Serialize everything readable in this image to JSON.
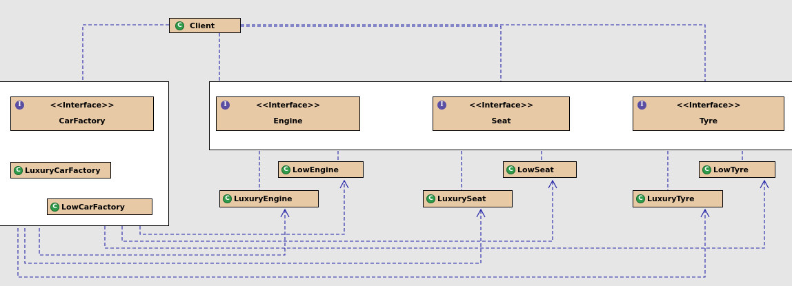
{
  "client": {
    "label": "Client",
    "badge": "C"
  },
  "interfaces": [
    {
      "id": "carfactory",
      "stereotype": "<<Interface>>",
      "name": "CarFactory",
      "badge": "I"
    },
    {
      "id": "engine",
      "stereotype": "<<Interface>>",
      "name": "Engine",
      "badge": "I"
    },
    {
      "id": "seat",
      "stereotype": "<<Interface>>",
      "name": "Seat",
      "badge": "I"
    },
    {
      "id": "tyre",
      "stereotype": "<<Interface>>",
      "name": "Tyre",
      "badge": "I"
    }
  ],
  "classes": [
    {
      "id": "luxurycarfactory",
      "label": "LuxuryCarFactory",
      "badge": "C"
    },
    {
      "id": "lowcarfactory",
      "label": "LowCarFactory",
      "badge": "C"
    },
    {
      "id": "lowengine",
      "label": "LowEngine",
      "badge": "C"
    },
    {
      "id": "luxuryengine",
      "label": "LuxuryEngine",
      "badge": "C"
    },
    {
      "id": "lowseat",
      "label": "LowSeat",
      "badge": "C"
    },
    {
      "id": "luxuryseat",
      "label": "LuxurySeat",
      "badge": "C"
    },
    {
      "id": "lowtyre",
      "label": "LowTyre",
      "badge": "C"
    },
    {
      "id": "luxurytyre",
      "label": "LuxuryTyre",
      "badge": "C"
    }
  ],
  "colors": {
    "node_fill": "#e8c9a6",
    "connector": "#2222aa",
    "class_badge": "#2f9a4a",
    "interface_badge": "#5a4fa3"
  }
}
